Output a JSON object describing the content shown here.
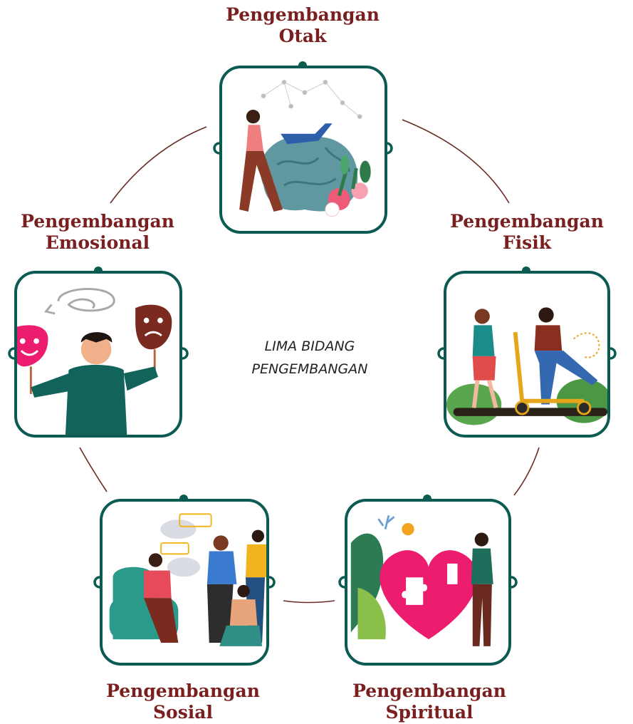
{
  "center_title": [
    "LIMA BIDANG",
    "PENGEMBANGAN"
  ],
  "colors": {
    "frame": "#0b5b52",
    "label": "#7a1f1f",
    "connector": "#6b2a25"
  },
  "nodes": [
    {
      "id": "otak",
      "line1": "Pengembangan",
      "line2": "Otak",
      "icon": "brain-watering-illustration"
    },
    {
      "id": "fisik",
      "line1": "Pengembangan",
      "line2": "Fisik",
      "icon": "scooter-friends-illustration"
    },
    {
      "id": "spiritual",
      "line1": "Pengembangan",
      "line2": "Spiritual",
      "icon": "heart-puzzle-illustration"
    },
    {
      "id": "sosial",
      "line1": "Pengembangan",
      "line2": "Sosial",
      "icon": "group-chat-illustration"
    },
    {
      "id": "emosional",
      "line1": "Pengembangan",
      "line2": "Emosional",
      "icon": "masks-illustration"
    }
  ]
}
